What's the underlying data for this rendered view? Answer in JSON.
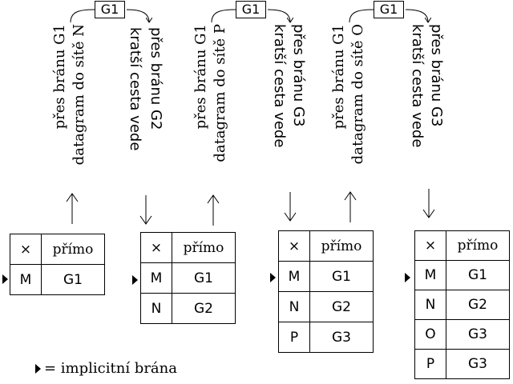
{
  "steps": [
    {
      "gateway_box": "G1",
      "datagram_line1": "datagram do sítě N",
      "datagram_line2": "přes bránu G1",
      "redirect_line1": "kratší cesta vede",
      "redirect_line2": "přes bránu G2",
      "table": {
        "header": [
          "×",
          "přímo"
        ],
        "rows": [
          [
            "M",
            "G1"
          ]
        ]
      }
    },
    {
      "gateway_box": "G1",
      "datagram_line1": "datagram do sítě P",
      "datagram_line2": "přes bránu G1",
      "redirect_line1": "kratší cesta vede",
      "redirect_line2": "přes bránu G3",
      "table": {
        "header": [
          "×",
          "přímo"
        ],
        "rows": [
          [
            "M",
            "G1"
          ],
          [
            "N",
            "G2"
          ]
        ]
      }
    },
    {
      "gateway_box": "G1",
      "datagram_line1": "datagram do sítě O",
      "datagram_line2": "přes bránu G1",
      "redirect_line1": "kratší cesta vede",
      "redirect_line2": "přes bránu G3",
      "table": {
        "header": [
          "×",
          "přímo"
        ],
        "rows": [
          [
            "M",
            "G1"
          ],
          [
            "N",
            "G2"
          ],
          [
            "P",
            "G3"
          ]
        ]
      }
    },
    {
      "table": {
        "header": [
          "×",
          "přímo"
        ],
        "rows": [
          [
            "M",
            "G1"
          ],
          [
            "N",
            "G2"
          ],
          [
            "O",
            "G3"
          ],
          [
            "P",
            "G3"
          ]
        ]
      }
    }
  ],
  "legend": {
    "text": "= implicitní brána"
  }
}
